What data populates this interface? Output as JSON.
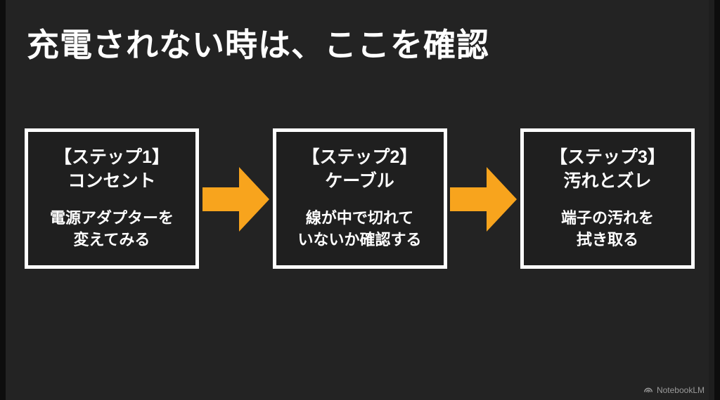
{
  "slide": {
    "title": "充電されない時は、ここを確認",
    "steps": [
      {
        "heading": "【ステップ1】",
        "subheading": "コンセント",
        "body_line1": "電源アダプターを",
        "body_line2": "変えてみる"
      },
      {
        "heading": "【ステップ2】",
        "subheading": "ケーブル",
        "body_line1": "線が中で切れて",
        "body_line2": "いないか確認する"
      },
      {
        "heading": "【ステップ3】",
        "subheading": "汚れとズレ",
        "body_line1": "端子の汚れを",
        "body_line2": "拭き取る"
      }
    ],
    "colors": {
      "background": "#232323",
      "edge": "#0d0d0d",
      "arrow": "#F8A41D",
      "box_border": "#ffffff",
      "text": "#ffffff",
      "watermark": "#9a9a9a"
    }
  },
  "watermark": {
    "label": "NotebookLM"
  }
}
